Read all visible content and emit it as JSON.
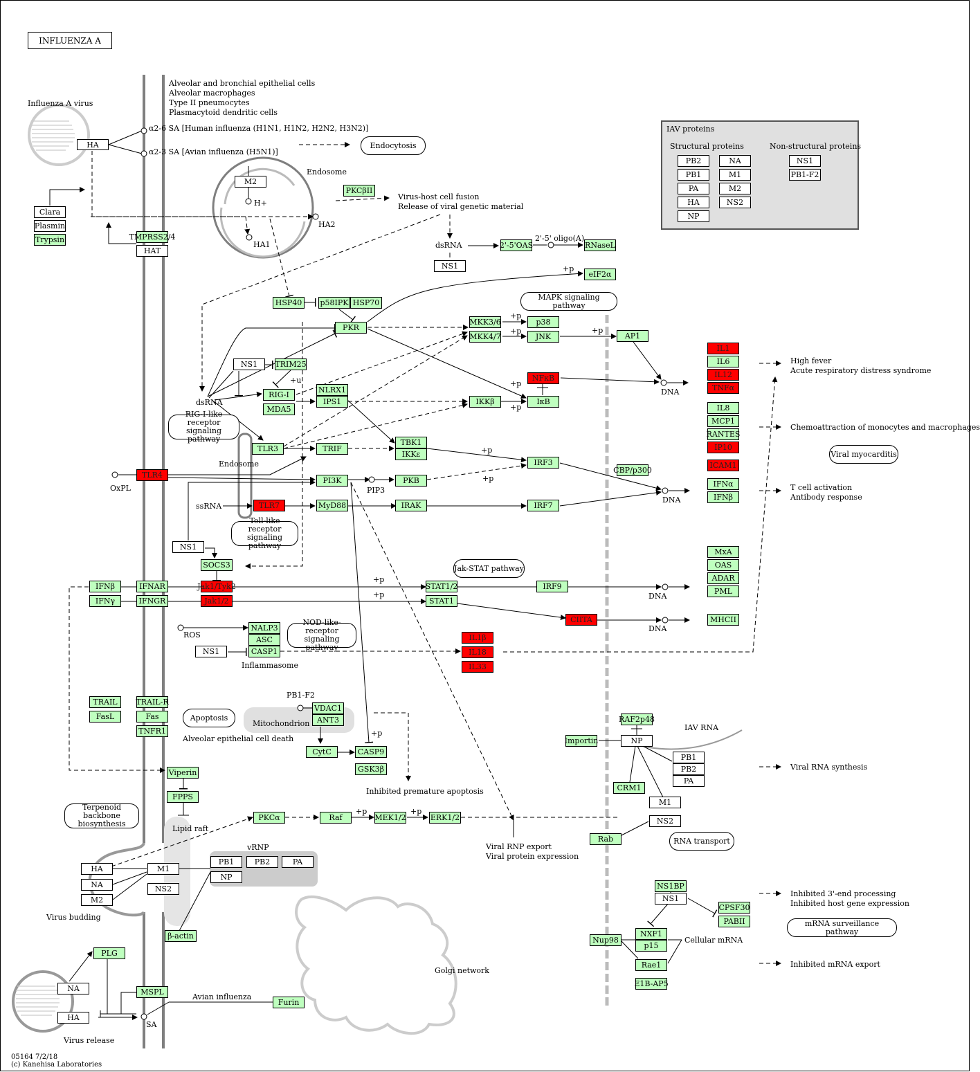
{
  "title": "INFLUENZA A",
  "footer": {
    "code": "05164 7/2/18",
    "copyright": "(c) Kanehisa Laboratories"
  },
  "cells": [
    "Alveolar and bronchial epithelial cells",
    "Alveolar macrophages",
    "Type II pneumocytes",
    "Plasmacytoid dendritic cells"
  ],
  "legend": {
    "title": "IAV proteins",
    "structural_label": "Structural proteins",
    "nonstructural_label": "Non-structural proteins",
    "structural": [
      "PB2",
      "NA",
      "PB1",
      "M1",
      "PA",
      "M2",
      "HA",
      "NS2",
      "NP"
    ],
    "nonstructural": [
      "NS1",
      "PB1-F2"
    ]
  },
  "nodes": [
    {
      "id": "HA_top",
      "label": "HA",
      "c": "w"
    },
    {
      "id": "Clara",
      "label": "Clara",
      "c": "w"
    },
    {
      "id": "Plasmin",
      "label": "Plasmin",
      "c": "w"
    },
    {
      "id": "Trypsin",
      "label": "Trypsin",
      "c": "g"
    },
    {
      "id": "TMPRSS2",
      "label": "TMPRSS2/4",
      "c": "g"
    },
    {
      "id": "HAT",
      "label": "HAT",
      "c": "w"
    },
    {
      "id": "M2_endo",
      "label": "M2",
      "c": "w"
    },
    {
      "id": "PKCbII",
      "label": "PKCβII",
      "c": "g"
    },
    {
      "id": "NS1_a",
      "label": "NS1",
      "c": "w"
    },
    {
      "id": "OAS25",
      "label": "2'-5'OAS",
      "c": "g"
    },
    {
      "id": "RNaseL",
      "label": "RNaseL",
      "c": "g"
    },
    {
      "id": "eIF2a",
      "label": "eIF2α",
      "c": "g"
    },
    {
      "id": "HSP40",
      "label": "HSP40",
      "c": "g"
    },
    {
      "id": "p58IPK",
      "label": "p58IPK",
      "c": "g"
    },
    {
      "id": "HSP70",
      "label": "HSP70",
      "c": "g"
    },
    {
      "id": "PKR",
      "label": "PKR",
      "c": "g"
    },
    {
      "id": "MKK36",
      "label": "MKK3/6",
      "c": "g"
    },
    {
      "id": "MKK47",
      "label": "MKK4/7",
      "c": "g"
    },
    {
      "id": "p38",
      "label": "p38",
      "c": "g"
    },
    {
      "id": "JNK",
      "label": "JNK",
      "c": "g"
    },
    {
      "id": "AP1",
      "label": "AP1",
      "c": "g"
    },
    {
      "id": "NS1_b",
      "label": "NS1",
      "c": "w"
    },
    {
      "id": "TRIM25",
      "label": "TRIM25",
      "c": "g"
    },
    {
      "id": "RIGI",
      "label": "RIG-I",
      "c": "g"
    },
    {
      "id": "MDA5",
      "label": "MDA5",
      "c": "g"
    },
    {
      "id": "NLRX1",
      "label": "NLRX1",
      "c": "g"
    },
    {
      "id": "IPS1",
      "label": "IPS1",
      "c": "g"
    },
    {
      "id": "IKKb",
      "label": "IKKβ",
      "c": "g"
    },
    {
      "id": "NFkB",
      "label": "NFκB",
      "c": "r"
    },
    {
      "id": "IkB",
      "label": "IκB",
      "c": "g"
    },
    {
      "id": "TLR3",
      "label": "TLR3",
      "c": "g"
    },
    {
      "id": "TRIF",
      "label": "TRIF",
      "c": "g"
    },
    {
      "id": "TBK1",
      "label": "TBK1",
      "c": "g"
    },
    {
      "id": "IKKe",
      "label": "IKKε",
      "c": "g"
    },
    {
      "id": "IRF3",
      "label": "IRF3",
      "c": "g"
    },
    {
      "id": "CBP",
      "label": "CBP/p300",
      "c": "g"
    },
    {
      "id": "TLR4",
      "label": "TLR4",
      "c": "r"
    },
    {
      "id": "PI3K",
      "label": "PI3K",
      "c": "g"
    },
    {
      "id": "PKB",
      "label": "PKB",
      "c": "g"
    },
    {
      "id": "TLR7",
      "label": "TLR7",
      "c": "r"
    },
    {
      "id": "MyD88",
      "label": "MyD88",
      "c": "g"
    },
    {
      "id": "IRAK",
      "label": "IRAK",
      "c": "g"
    },
    {
      "id": "IRF7",
      "label": "IRF7",
      "c": "g"
    },
    {
      "id": "NS1_c",
      "label": "NS1",
      "c": "w"
    },
    {
      "id": "SOCS3",
      "label": "SOCS3",
      "c": "g"
    },
    {
      "id": "IFNb",
      "label": "IFNβ",
      "c": "g"
    },
    {
      "id": "IFNAR",
      "label": "IFNAR",
      "c": "g"
    },
    {
      "id": "Jak1Tyk2",
      "label": "Jak1/Tyk2",
      "c": "r"
    },
    {
      "id": "STAT12",
      "label": "STAT1/2",
      "c": "g"
    },
    {
      "id": "IRF9",
      "label": "IRF9",
      "c": "g"
    },
    {
      "id": "IFNy",
      "label": "IFNγ",
      "c": "g"
    },
    {
      "id": "IFNGR",
      "label": "IFNGR",
      "c": "g"
    },
    {
      "id": "Jak12",
      "label": "Jak1/2",
      "c": "r"
    },
    {
      "id": "STAT1",
      "label": "STAT1",
      "c": "g"
    },
    {
      "id": "CIITA",
      "label": "CIITA",
      "c": "r"
    },
    {
      "id": "NALP3",
      "label": "NALP3",
      "c": "g"
    },
    {
      "id": "ASC",
      "label": "ASC",
      "c": "g"
    },
    {
      "id": "CASP1",
      "label": "CASP1",
      "c": "g"
    },
    {
      "id": "NS1_d",
      "label": "NS1",
      "c": "w"
    },
    {
      "id": "IL1b",
      "label": "IL1β",
      "c": "r"
    },
    {
      "id": "IL18",
      "label": "IL18",
      "c": "r"
    },
    {
      "id": "IL33",
      "label": "IL33",
      "c": "r"
    },
    {
      "id": "IL1",
      "label": "IL1",
      "c": "r"
    },
    {
      "id": "IL6",
      "label": "IL6",
      "c": "g"
    },
    {
      "id": "IL12",
      "label": "IL12",
      "c": "r"
    },
    {
      "id": "TNFa",
      "label": "TNFα",
      "c": "r"
    },
    {
      "id": "IL8",
      "label": "IL8",
      "c": "g"
    },
    {
      "id": "MCP1",
      "label": "MCP1",
      "c": "g"
    },
    {
      "id": "RANTES",
      "label": "RANTES",
      "c": "g"
    },
    {
      "id": "IP10",
      "label": "IP10",
      "c": "r"
    },
    {
      "id": "ICAM1",
      "label": "ICAM1",
      "c": "r"
    },
    {
      "id": "IFNa",
      "label": "IFNα",
      "c": "g"
    },
    {
      "id": "IFNb2",
      "label": "IFNβ",
      "c": "g"
    },
    {
      "id": "MxA",
      "label": "MxA",
      "c": "g"
    },
    {
      "id": "OAS",
      "label": "OAS",
      "c": "g"
    },
    {
      "id": "ADAR",
      "label": "ADAR",
      "c": "g"
    },
    {
      "id": "PML",
      "label": "PML",
      "c": "g"
    },
    {
      "id": "MHCII",
      "label": "MHCII",
      "c": "g"
    },
    {
      "id": "TRAIL",
      "label": "TRAIL",
      "c": "g"
    },
    {
      "id": "TRAILR",
      "label": "TRAIL-R",
      "c": "g"
    },
    {
      "id": "FasL",
      "label": "FasL",
      "c": "g"
    },
    {
      "id": "Fas",
      "label": "Fas",
      "c": "g"
    },
    {
      "id": "TNFR1",
      "label": "TNFR1",
      "c": "g"
    },
    {
      "id": "VDAC1",
      "label": "VDAC1",
      "c": "g"
    },
    {
      "id": "ANT3",
      "label": "ANT3",
      "c": "g"
    },
    {
      "id": "CytC",
      "label": "CytC",
      "c": "g"
    },
    {
      "id": "CASP9",
      "label": "CASP9",
      "c": "g"
    },
    {
      "id": "GSK3b",
      "label": "GSK3β",
      "c": "g"
    },
    {
      "id": "Viperin",
      "label": "Viperin",
      "c": "g"
    },
    {
      "id": "FPPS",
      "label": "FPPS",
      "c": "g"
    },
    {
      "id": "PKCa",
      "label": "PKCα",
      "c": "g"
    },
    {
      "id": "Raf",
      "label": "Raf",
      "c": "g"
    },
    {
      "id": "MEK12",
      "label": "MEK1/2",
      "c": "g"
    },
    {
      "id": "ERK12",
      "label": "ERK1/2",
      "c": "g"
    },
    {
      "id": "RAF2p48",
      "label": "RAF2p48",
      "c": "g"
    },
    {
      "id": "Importin",
      "label": "Importin",
      "c": "g"
    },
    {
      "id": "NP_nuc",
      "label": "NP",
      "c": "w"
    },
    {
      "id": "PB1_nuc",
      "label": "PB1",
      "c": "w"
    },
    {
      "id": "PB2_nuc",
      "label": "PB2",
      "c": "w"
    },
    {
      "id": "PA_nuc",
      "label": "PA",
      "c": "w"
    },
    {
      "id": "CRM1",
      "label": "CRM1",
      "c": "g"
    },
    {
      "id": "M1_nuc",
      "label": "M1",
      "c": "w"
    },
    {
      "id": "NS2_nuc",
      "label": "NS2",
      "c": "w"
    },
    {
      "id": "Rab",
      "label": "Rab",
      "c": "g"
    },
    {
      "id": "HA_bud",
      "label": "HA",
      "c": "w"
    },
    {
      "id": "NA_bud",
      "label": "NA",
      "c": "w"
    },
    {
      "id": "M2_bud",
      "label": "M2",
      "c": "w"
    },
    {
      "id": "M1_bud",
      "label": "M1",
      "c": "w"
    },
    {
      "id": "NS2_bud",
      "label": "NS2",
      "c": "w"
    },
    {
      "id": "PB1_v",
      "label": "PB1",
      "c": "w"
    },
    {
      "id": "PB2_v",
      "label": "PB2",
      "c": "w"
    },
    {
      "id": "PA_v",
      "label": "PA",
      "c": "w"
    },
    {
      "id": "NP_v",
      "label": "NP",
      "c": "w"
    },
    {
      "id": "bActin",
      "label": "β-actin",
      "c": "g"
    },
    {
      "id": "NS1BP",
      "label": "NS1BP",
      "c": "g"
    },
    {
      "id": "NS1_e",
      "label": "NS1",
      "c": "w"
    },
    {
      "id": "CPSF30",
      "label": "CPSF30",
      "c": "g"
    },
    {
      "id": "PABII",
      "label": "PABII",
      "c": "g"
    },
    {
      "id": "NXF1",
      "label": "NXF1",
      "c": "g"
    },
    {
      "id": "p15",
      "label": "p15",
      "c": "g"
    },
    {
      "id": "Nup98",
      "label": "Nup98",
      "c": "g"
    },
    {
      "id": "Rae1",
      "label": "Rae1",
      "c": "g"
    },
    {
      "id": "E1BAP5",
      "label": "E1B-AP5",
      "c": "g"
    },
    {
      "id": "PLG",
      "label": "PLG",
      "c": "g"
    },
    {
      "id": "NA_rel",
      "label": "NA",
      "c": "w"
    },
    {
      "id": "HA_rel",
      "label": "HA",
      "c": "w"
    },
    {
      "id": "MSPL",
      "label": "MSPL",
      "c": "g"
    },
    {
      "id": "Furin",
      "label": "Furin",
      "c": "g"
    }
  ],
  "pathways": [
    {
      "id": "endocytosis",
      "label": "Endocytosis"
    },
    {
      "id": "mapk",
      "label": "MAPK signaling pathway"
    },
    {
      "id": "rig",
      "label": "RIG-I-like receptor signaling pathway"
    },
    {
      "id": "toll",
      "label": "Toll-like receptor signaling pathway"
    },
    {
      "id": "jak",
      "label": "Jak-STAT pathway"
    },
    {
      "id": "nod",
      "label": "NOD-like-receptor signaling pathway"
    },
    {
      "id": "apoptosis",
      "label": "Apoptosis"
    },
    {
      "id": "viral_myo",
      "label": "Viral myocarditis"
    },
    {
      "id": "terpenoid",
      "label": "Terpenoid backbone biosynthesis"
    },
    {
      "id": "rna_transport",
      "label": "RNA transport"
    },
    {
      "id": "mrna_surv",
      "label": "mRNA surveillance pathway"
    }
  ],
  "labels": [
    {
      "id": "influenza_virus",
      "text": "Influenza A virus"
    },
    {
      "id": "a26",
      "text": "α2-6 SA  [Human influenza (H1N1, H1N2, H2N2, H3N2)]"
    },
    {
      "id": "a23",
      "text": "α2-3 SA  [Avian influenza (H5N1)]"
    },
    {
      "id": "endosome1",
      "text": "Endosome"
    },
    {
      "id": "hplus",
      "text": "H+"
    },
    {
      "id": "ha2",
      "text": "HA2"
    },
    {
      "id": "ha1",
      "text": "HA1"
    },
    {
      "id": "fusion",
      "text": "Virus-host cell fusion"
    },
    {
      "id": "release",
      "text": "Release of viral genetic material"
    },
    {
      "id": "dsrna1",
      "text": "dsRNA"
    },
    {
      "id": "oligo",
      "text": "2'-5' oligo(A)"
    },
    {
      "id": "dsrna2",
      "text": "dsRNA"
    },
    {
      "id": "endosome2",
      "text": "Endosome"
    },
    {
      "id": "oxpl",
      "text": "OxPL"
    },
    {
      "id": "ssrna",
      "text": "ssRNA"
    },
    {
      "id": "pip3",
      "text": "PIP3"
    },
    {
      "id": "dna1",
      "text": "DNA"
    },
    {
      "id": "dna2",
      "text": "DNA"
    },
    {
      "id": "dna3",
      "text": "DNA"
    },
    {
      "id": "dna4",
      "text": "DNA"
    },
    {
      "id": "ros",
      "text": "ROS"
    },
    {
      "id": "inflammasome",
      "text": "Inflammasome"
    },
    {
      "id": "fever",
      "text": "High fever"
    },
    {
      "id": "ards",
      "text": "Acute respiratory distress syndrome"
    },
    {
      "id": "chemo",
      "text": "Chemoattraction of monocytes and macrophages"
    },
    {
      "id": "tcell",
      "text": "T cell activation"
    },
    {
      "id": "antibody",
      "text": "Antibody response"
    },
    {
      "id": "pb1f2",
      "text": "PB1-F2"
    },
    {
      "id": "mitochondrion",
      "text": "Mitochondrion"
    },
    {
      "id": "alveolar_death",
      "text": "Alveolar epithelial cell death"
    },
    {
      "id": "inhibited_apop",
      "text": "Inhibited premature apoptosis"
    },
    {
      "id": "iav_rna",
      "text": "IAV RNA"
    },
    {
      "id": "viral_rna_syn",
      "text": "Viral RNA synthesis"
    },
    {
      "id": "lipid_raft",
      "text": "Lipid raft"
    },
    {
      "id": "vrnp",
      "text": "vRNP"
    },
    {
      "id": "rnp_export",
      "text": "Viral RNP export"
    },
    {
      "id": "protein_exp",
      "text": "Viral protein expression"
    },
    {
      "id": "budding",
      "text": "Virus budding"
    },
    {
      "id": "golgi",
      "text": "Golgi network"
    },
    {
      "id": "cellular_mrna",
      "text": "Cellular mRNA"
    },
    {
      "id": "inh3",
      "text": "Inhibited 3'-end processing"
    },
    {
      "id": "inh_host",
      "text": "Inhibited host gene expression"
    },
    {
      "id": "inh_mrna",
      "text": "Inhibited mRNA export"
    },
    {
      "id": "avian",
      "text": "Avian influenza"
    },
    {
      "id": "sa",
      "text": "SA"
    },
    {
      "id": "vrelease",
      "text": "Virus release"
    },
    {
      "id": "p1",
      "text": "+p"
    },
    {
      "id": "p2",
      "text": "+p"
    },
    {
      "id": "p3",
      "text": "+p"
    },
    {
      "id": "p4",
      "text": "+p"
    },
    {
      "id": "p5",
      "text": "+p"
    },
    {
      "id": "p6",
      "text": "+p"
    },
    {
      "id": "p7",
      "text": "+p"
    },
    {
      "id": "p8",
      "text": "+p"
    },
    {
      "id": "p9",
      "text": "+p"
    },
    {
      "id": "p10",
      "text": "+p"
    },
    {
      "id": "p11",
      "text": "+p"
    },
    {
      "id": "p12",
      "text": "+p"
    },
    {
      "id": "p13",
      "text": "+p"
    },
    {
      "id": "u1",
      "text": "+u"
    }
  ]
}
